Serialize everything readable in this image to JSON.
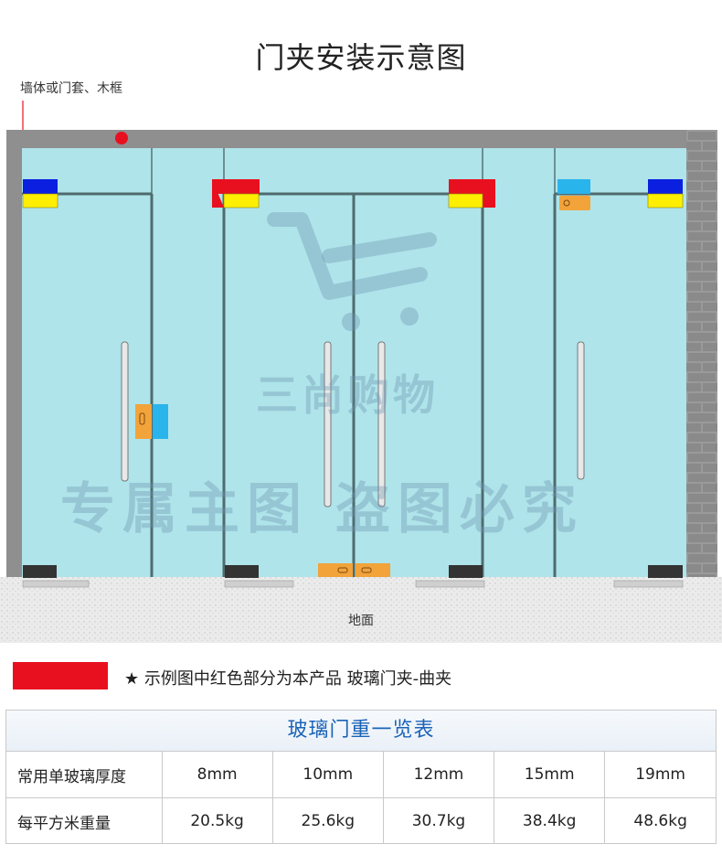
{
  "title": "门夹安装示意图",
  "wall_note": "墙体或门套、木框",
  "ground_label": "地面",
  "legend": {
    "text": "★ 示例图中红色部分为本产品  玻璃门夹-曲夹",
    "swatch_color": "#e8101f"
  },
  "watermark": {
    "brand": "三尚购物",
    "line": "专属主图  盗图必究"
  },
  "colors": {
    "glass": "#aee4ea",
    "frame": "#4f6b6e",
    "wall": "#8f8f8f",
    "red_clamp": "#e8101f",
    "blue_clamp": "#0a1fe0",
    "yellow_clamp": "#ffee00",
    "lock_orange": "#f2a33a",
    "cyan_block": "#2ab4ec"
  },
  "table": {
    "heading": "玻璃门重一览表",
    "rows": [
      {
        "label": "常用单玻璃厚度",
        "values": [
          "8mm",
          "10mm",
          "12mm",
          "15mm",
          "19mm"
        ]
      },
      {
        "label": "每平方米重量",
        "values": [
          "20.5kg",
          "25.6kg",
          "30.7kg",
          "38.4kg",
          "48.6kg"
        ]
      }
    ]
  }
}
